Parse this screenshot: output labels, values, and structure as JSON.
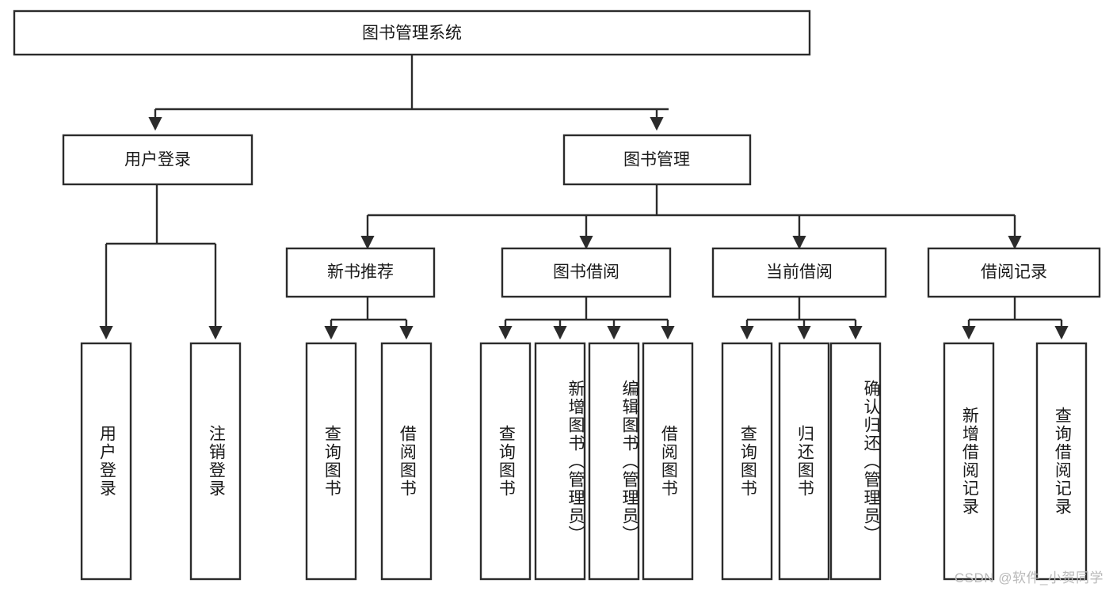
{
  "diagram": {
    "type": "hierarchy-tree",
    "title": "图书管理系统",
    "orientation": "top-down",
    "levels": 4,
    "root": {
      "id": "root",
      "label": "图书管理系统"
    },
    "level2": [
      {
        "id": "user-login",
        "label": "用户登录"
      },
      {
        "id": "book-manage",
        "label": "图书管理"
      }
    ],
    "level3": [
      {
        "id": "new-book-recommend",
        "label": "新书推荐",
        "parent": "book-manage"
      },
      {
        "id": "book-borrow",
        "label": "图书借阅",
        "parent": "book-manage"
      },
      {
        "id": "current-borrow",
        "label": "当前借阅",
        "parent": "book-manage"
      },
      {
        "id": "borrow-record",
        "label": "借阅记录",
        "parent": "book-manage"
      }
    ],
    "leaves": [
      {
        "id": "leaf-user-login",
        "label": "用户登录",
        "parent": "user-login"
      },
      {
        "id": "leaf-logout-login",
        "label": "注销登录",
        "parent": "user-login"
      },
      {
        "id": "leaf-query-book-1",
        "label": "查询图书",
        "parent": "new-book-recommend"
      },
      {
        "id": "leaf-borrow-book-1",
        "label": "借阅图书",
        "parent": "new-book-recommend"
      },
      {
        "id": "leaf-query-book-2",
        "label": "查询图书",
        "parent": "book-borrow"
      },
      {
        "id": "leaf-add-book",
        "label": "新增图书（管理员）",
        "parent": "book-borrow"
      },
      {
        "id": "leaf-edit-book",
        "label": "编辑图书（管理员）",
        "parent": "book-borrow"
      },
      {
        "id": "leaf-borrow-book-2",
        "label": "借阅图书",
        "parent": "book-borrow"
      },
      {
        "id": "leaf-query-book-3",
        "label": "查询图书",
        "parent": "current-borrow"
      },
      {
        "id": "leaf-return-book",
        "label": "归还图书",
        "parent": "current-borrow"
      },
      {
        "id": "leaf-confirm-return",
        "label": "确认归还（管理员）",
        "parent": "current-borrow"
      },
      {
        "id": "leaf-add-borrow-record",
        "label": "新增借阅记录",
        "parent": "borrow-record"
      },
      {
        "id": "leaf-query-borrow-record",
        "label": "查询借阅记录",
        "parent": "borrow-record"
      }
    ],
    "colors": {
      "stroke": "#2b2b2b",
      "fill": "#ffffff",
      "text": "#1a1a1a",
      "watermark": "#b9b9b9"
    }
  },
  "watermark": {
    "text": "CSDN @软件_小贺同学"
  }
}
